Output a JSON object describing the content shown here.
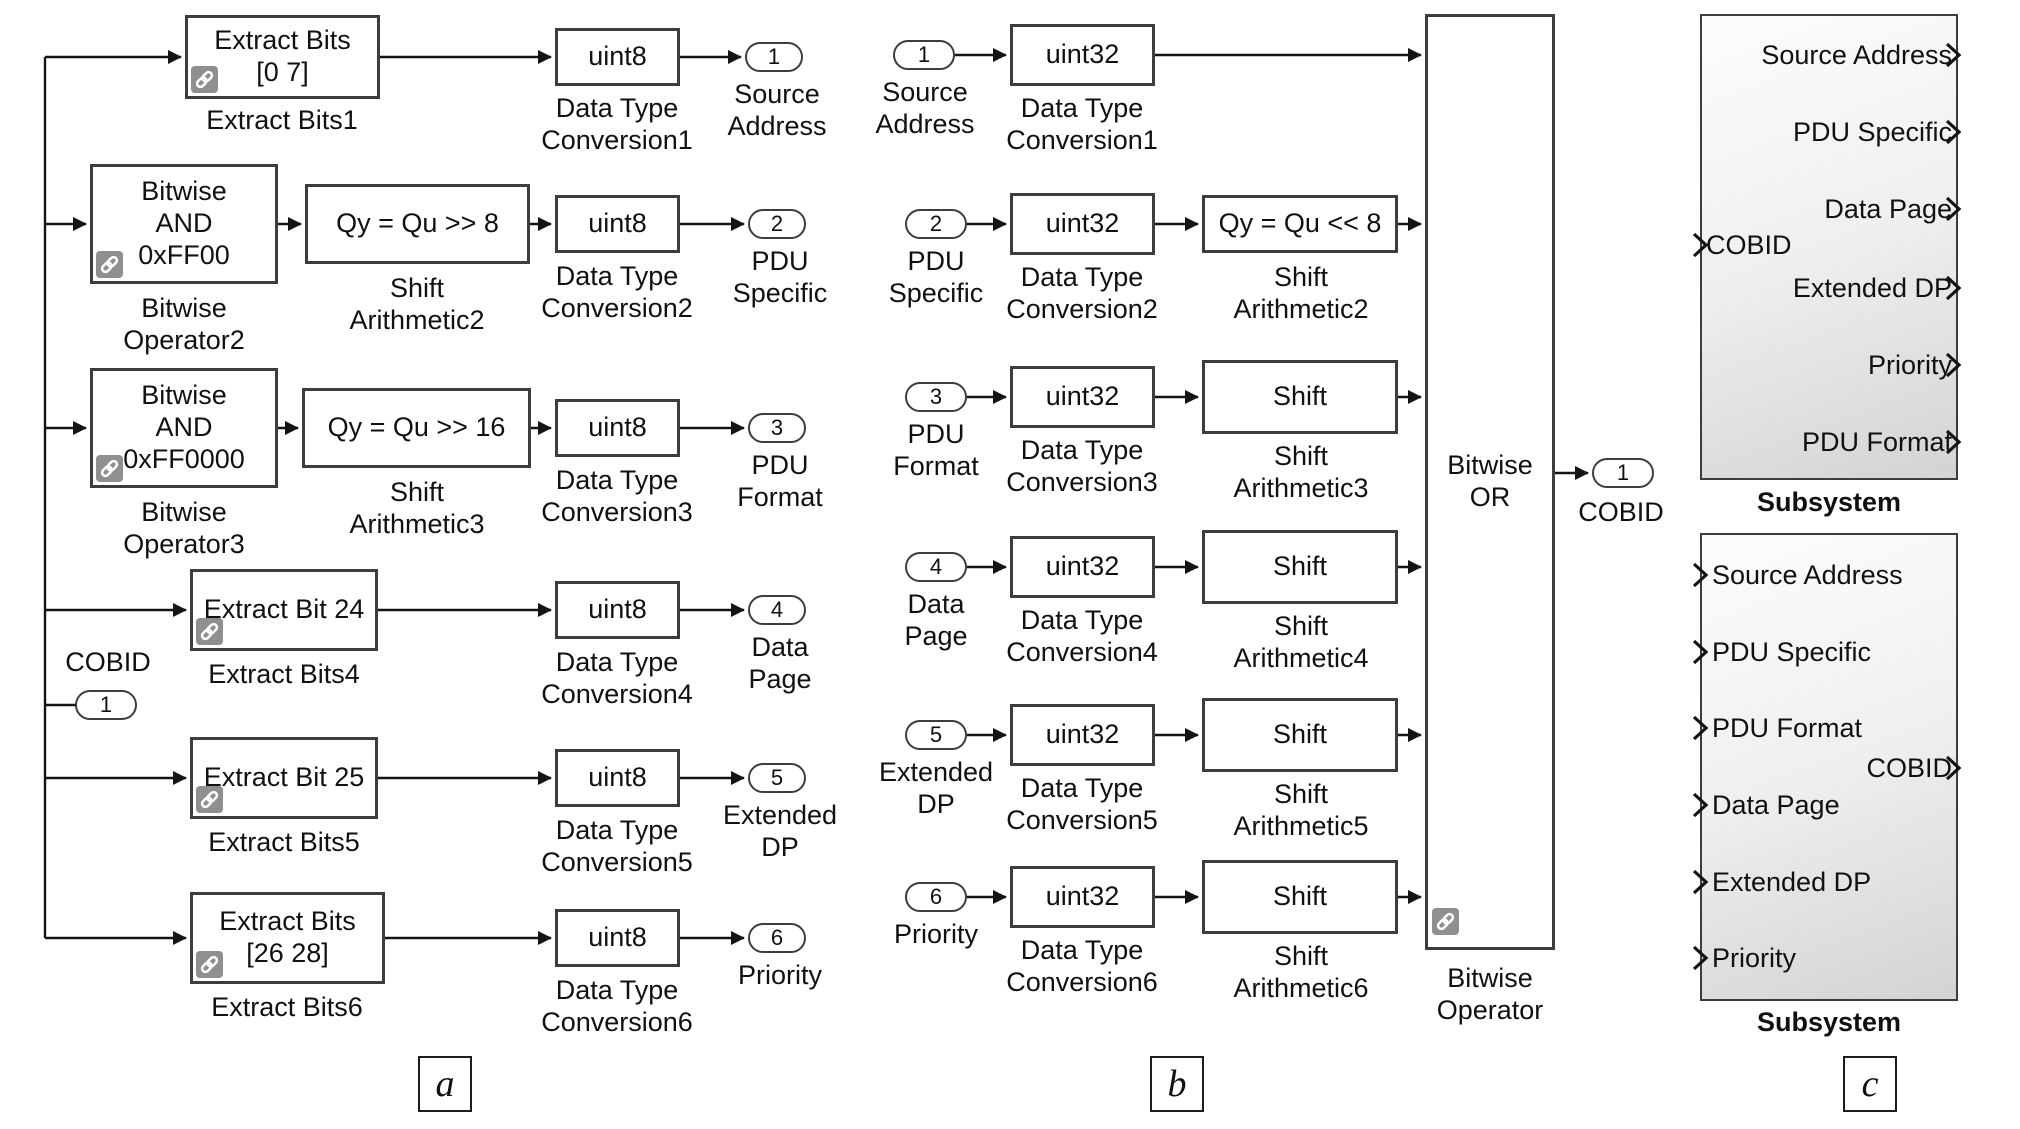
{
  "a": {
    "input": {
      "label": "COBID",
      "port": "1"
    },
    "rows": [
      {
        "src": "Extract Bits\n[0 7]",
        "src_label": "Extract Bits1",
        "conv": "uint8",
        "conv_label": "Data Type\nConversion1",
        "port": "1",
        "port_label": "Source\nAddress"
      },
      {
        "src": "Bitwise\nAND\n0xFF00",
        "src_label": "Bitwise\nOperator2",
        "shift": "Qy = Qu >> 8",
        "shift_label": "Shift\nArithmetic2",
        "conv": "uint8",
        "conv_label": "Data Type\nConversion2",
        "port": "2",
        "port_label": "PDU\nSpecific"
      },
      {
        "src": "Bitwise\nAND\n0xFF0000",
        "src_label": "Bitwise\nOperator3",
        "shift": "Qy = Qu >> 16",
        "shift_label": "Shift\nArithmetic3",
        "conv": "uint8",
        "conv_label": "Data Type\nConversion3",
        "port": "3",
        "port_label": "PDU\nFormat"
      },
      {
        "src": "Extract Bit 24",
        "src_label": "Extract Bits4",
        "conv": "uint8",
        "conv_label": "Data Type\nConversion4",
        "port": "4",
        "port_label": "Data\nPage"
      },
      {
        "src": "Extract Bit 25",
        "src_label": "Extract Bits5",
        "conv": "uint8",
        "conv_label": "Data Type\nConversion5",
        "port": "5",
        "port_label": "Extended\nDP"
      },
      {
        "src": "Extract Bits\n[26 28]",
        "src_label": "Extract Bits6",
        "conv": "uint8",
        "conv_label": "Data Type\nConversion6",
        "port": "6",
        "port_label": "Priority"
      }
    ],
    "tag": "a"
  },
  "b": {
    "rows": [
      {
        "port": "1",
        "port_label": "Source\nAddress",
        "conv": "uint32",
        "conv_label": "Data Type\nConversion1"
      },
      {
        "port": "2",
        "port_label": "PDU\nSpecific",
        "conv": "uint32",
        "conv_label": "Data Type\nConversion2",
        "shift": "Qy = Qu << 8",
        "shift_label": "Shift\nArithmetic2"
      },
      {
        "port": "3",
        "port_label": "PDU\nFormat",
        "conv": "uint32",
        "conv_label": "Data Type\nConversion3",
        "shift": "Shift",
        "shift_label": "Shift\nArithmetic3"
      },
      {
        "port": "4",
        "port_label": "Data\nPage",
        "conv": "uint32",
        "conv_label": "Data Type\nConversion4",
        "shift": "Shift",
        "shift_label": "Shift\nArithmetic4"
      },
      {
        "port": "5",
        "port_label": "Extended\nDP",
        "conv": "uint32",
        "conv_label": "Data Type\nConversion5",
        "shift": "Shift",
        "shift_label": "Shift\nArithmetic5"
      },
      {
        "port": "6",
        "port_label": "Priority",
        "conv": "uint32",
        "conv_label": "Data Type\nConversion6",
        "shift": "Shift",
        "shift_label": "Shift\nArithmetic6"
      }
    ],
    "or_block": {
      "text": "Bitwise\nOR",
      "label": "Bitwise\nOperator"
    },
    "output": {
      "port": "1",
      "label": "COBID"
    },
    "tag": "b"
  },
  "c": {
    "top": {
      "input": "COBID",
      "outputs": [
        "Source Address",
        "PDU Specific",
        "Data Page",
        "Extended DP",
        "Priority",
        "PDU Format"
      ],
      "caption": "Subsystem"
    },
    "bottom": {
      "inputs": [
        "Source Address",
        "PDU Specific",
        "PDU Format",
        "Data Page",
        "Extended DP",
        "Priority"
      ],
      "output": "COBID",
      "caption": "Subsystem"
    },
    "tag": "c"
  }
}
